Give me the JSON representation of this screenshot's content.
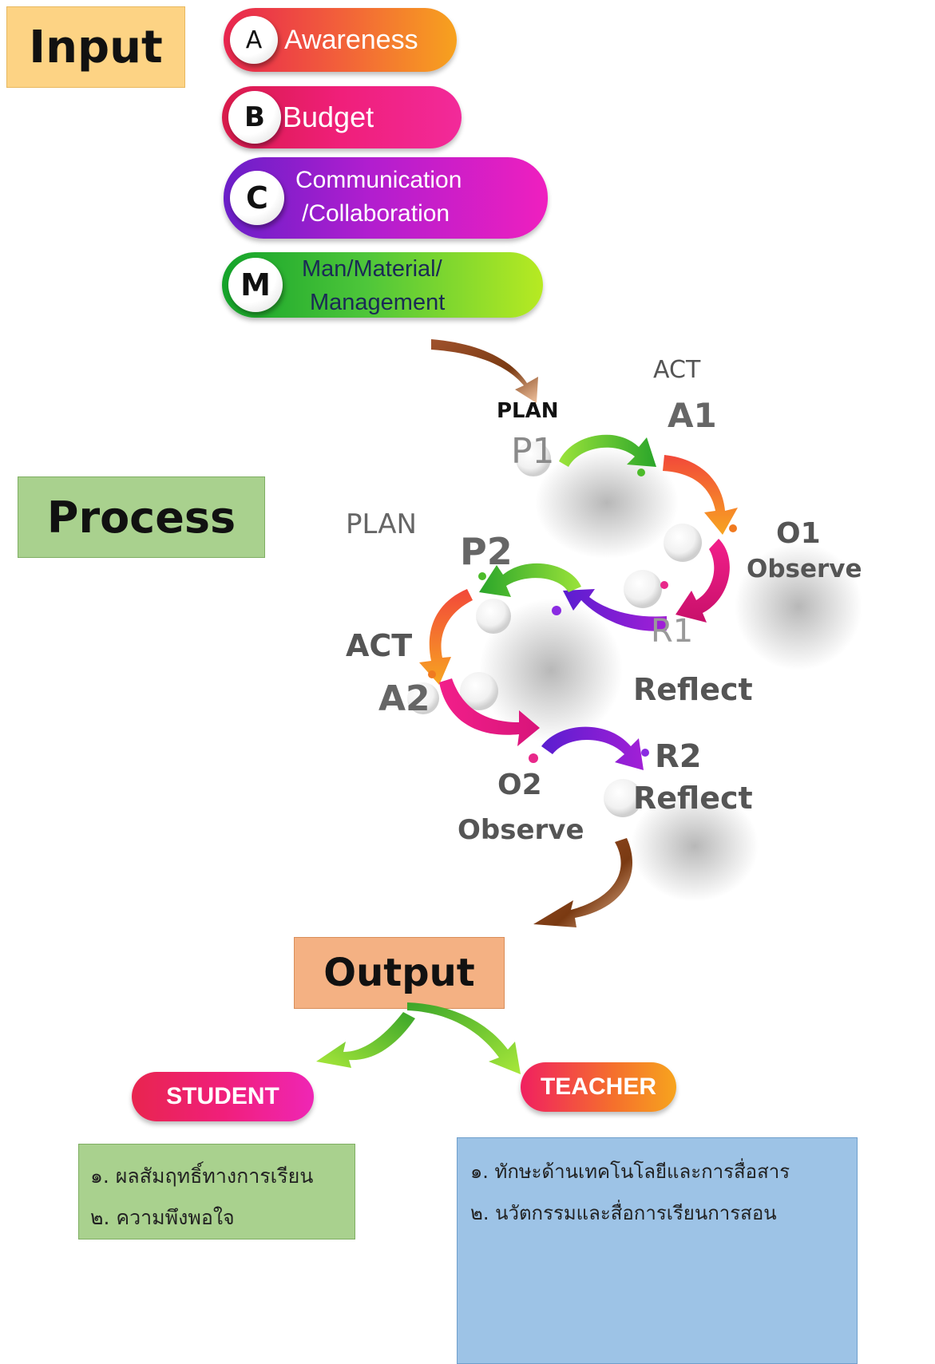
{
  "input": {
    "title": "Input",
    "items": [
      {
        "letter": "A",
        "line1": "Awareness",
        "line2": ""
      },
      {
        "letter": "B",
        "line1": "Budget",
        "line2": ""
      },
      {
        "letter": "C",
        "line1": "Communication",
        "line2": "/Collaboration"
      },
      {
        "letter": "M",
        "line1": "Man/Material/",
        "line2": "Management"
      }
    ]
  },
  "process": {
    "title": "Process",
    "cycle1": {
      "plan_label": "PLAN",
      "plan_code": "P1",
      "act_label": "ACT",
      "act_code": "A1",
      "observe_code": "O1",
      "observe_label": "Observe",
      "reflect_code": "R1",
      "reflect_label": "Reflect"
    },
    "cycle2": {
      "plan_label": "PLAN",
      "plan_code": "P2",
      "act_label": "ACT",
      "act_code": "A2",
      "observe_code": "O2",
      "observe_label": "Observe",
      "reflect_code": "R2",
      "reflect_label": "Reflect"
    }
  },
  "output": {
    "title": "Output",
    "student": {
      "label": "STUDENT",
      "items": [
        "๑. ผลสัมฤทธิ์ทางการเรียน",
        "๒. ความพึงพอใจ"
      ]
    },
    "teacher": {
      "label": "TEACHER",
      "items": [
        "๑. ทักษะด้านเทคโนโลยีและการสื่อสาร",
        "๒. นวัตกรรมและสื่อการเรียนการสอน"
      ]
    }
  },
  "colors": {
    "input_box": "#fdd384",
    "process_box": "#a9d18e",
    "output_box": "#f4b183",
    "student_box": "#a9d18e",
    "teacher_box": "#9dc3e6",
    "green_arrow": "#66cc22",
    "orange_arrow": "#f07a20",
    "pink_arrow": "#e8288a",
    "purple_arrow": "#8a2be2",
    "brown_arrow": "#8b4513"
  }
}
